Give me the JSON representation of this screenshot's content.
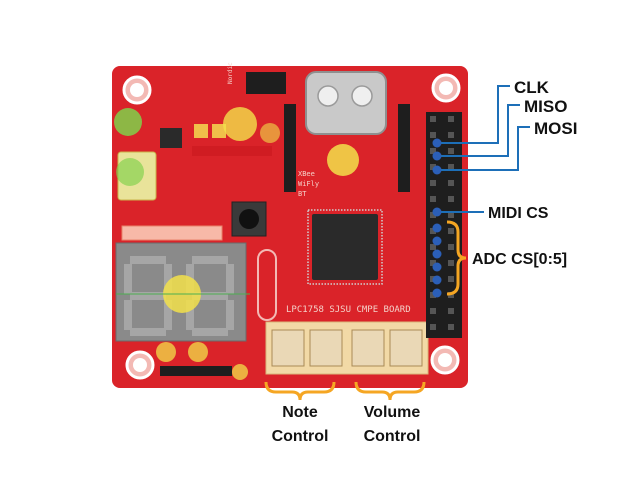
{
  "colors": {
    "board": "#e2252b",
    "board_dark": "#b81a20",
    "wire": "#1d6fb8",
    "pin_dot": "#2b5fb8",
    "bracket": "#f5a623",
    "highlight_yellow": "#f2e04a",
    "highlight_green": "#7fd14a",
    "chip": "#2a2a2a",
    "header": "#1e1e1e"
  },
  "board": {
    "silkscreen": "LPC1758 SJSU CMPE BOARD",
    "xbee_text": [
      "XBee",
      "WiFly",
      "BT"
    ],
    "nordic_text": "Nordic"
  },
  "labels": {
    "clk": "CLK",
    "miso": "MISO",
    "mosi": "MOSI",
    "midi_cs": "MIDI CS",
    "adc_cs": "ADC CS[0:5]",
    "note_control": [
      "Note",
      "Control"
    ],
    "volume_control": [
      "Volume",
      "Control"
    ]
  }
}
